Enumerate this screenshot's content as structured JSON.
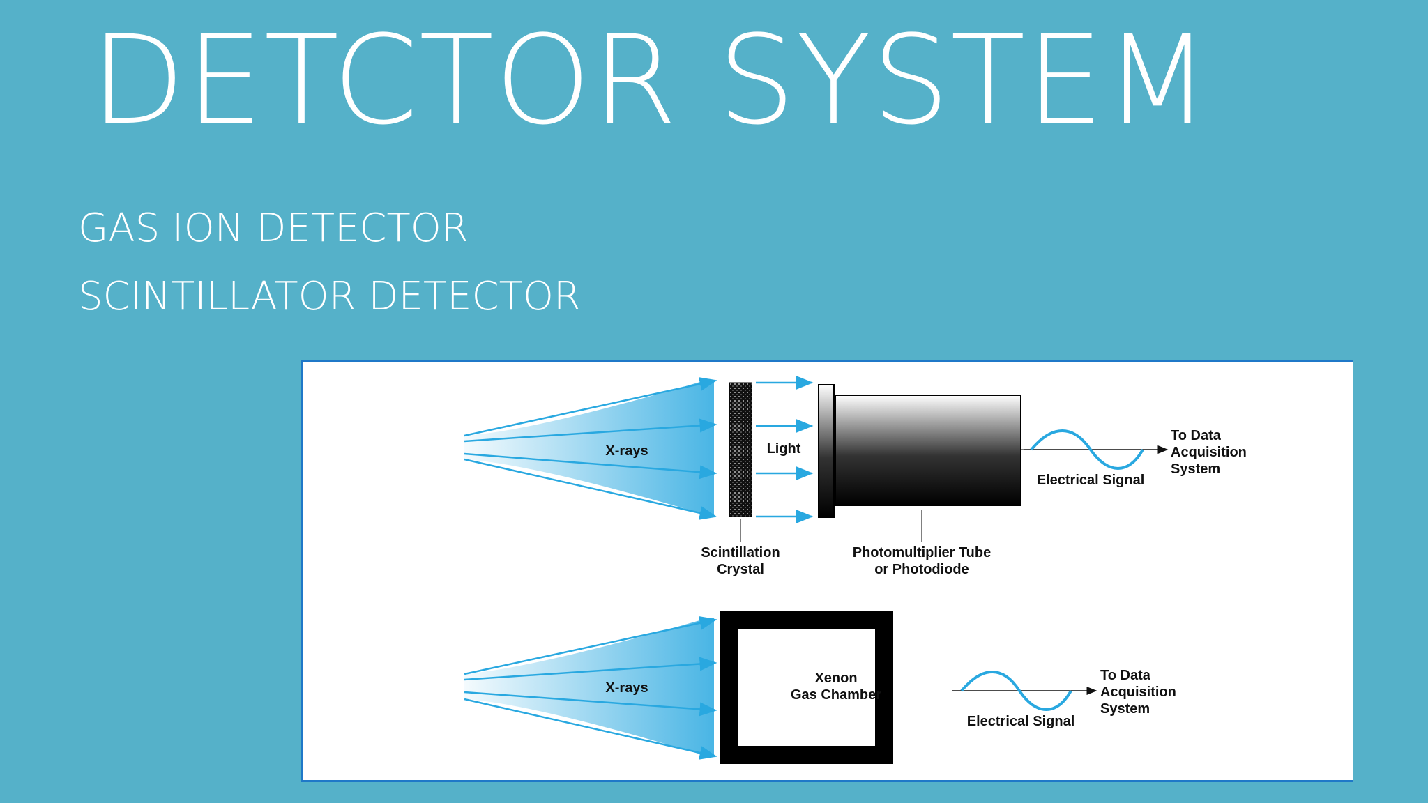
{
  "slide": {
    "title": "DETCTOR SYSTEM",
    "bullets": [
      "GAS ION DETECTOR",
      "SCINTILLATOR DETECTOR"
    ]
  },
  "diagram": {
    "top": {
      "xrays": "X-rays",
      "light": "Light",
      "crystal_line1": "Scintillation",
      "crystal_line2": "Crystal",
      "pmt_line1": "Photomultiplier Tube",
      "pmt_line2": "or Photodiode",
      "signal": "Electrical Signal",
      "to_line1": "To Data",
      "to_line2": "Acquisition",
      "to_line3": "System"
    },
    "bottom": {
      "xrays": "X-rays",
      "chamber_line1": "Xenon",
      "chamber_line2": "Gas Chamber",
      "signal": "Electrical Signal",
      "to_line1": "To Data",
      "to_line2": "Acquisition",
      "to_line3": "System"
    }
  },
  "colors": {
    "background": "#55b1c9",
    "beam": "#29a8e0",
    "frame": "#1f78c8"
  }
}
